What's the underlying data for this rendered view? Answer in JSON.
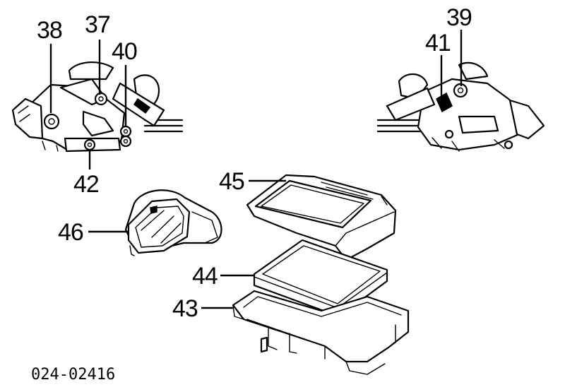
{
  "diagram": {
    "document_code": "024-02416",
    "callouts": {
      "c37": "37",
      "c38": "38",
      "c39": "39",
      "c40": "40",
      "c41": "41",
      "c42": "42",
      "c43": "43",
      "c44": "44",
      "c45": "45",
      "c46": "46"
    },
    "colors": {
      "ink": "#000000",
      "paper": "#ffffff"
    }
  }
}
